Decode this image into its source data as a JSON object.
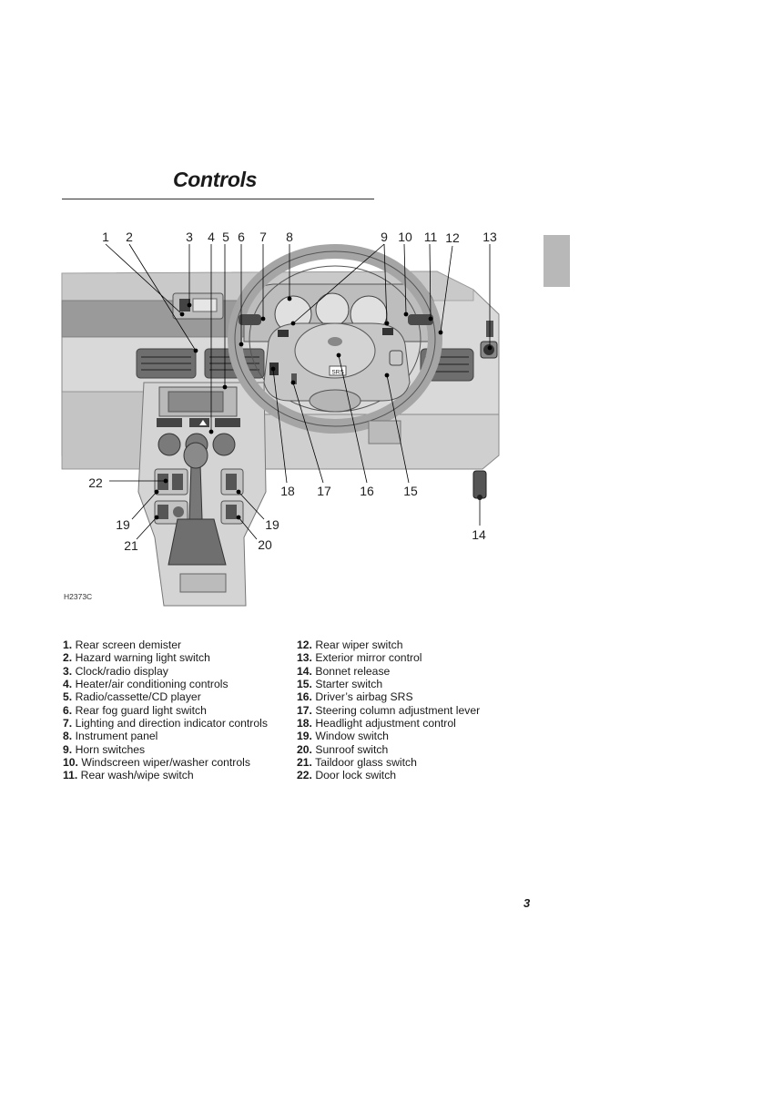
{
  "page": {
    "title": "Controls",
    "figure_code": "H2373C",
    "page_number": "3"
  },
  "callouts": [
    "1",
    "2",
    "3",
    "4",
    "5",
    "6",
    "7",
    "8",
    "9",
    "10",
    "11",
    "12",
    "13",
    "14",
    "15",
    "16",
    "17",
    "18",
    "19",
    "19",
    "20",
    "21",
    "22"
  ],
  "airbag_badge": "SRS",
  "legend": {
    "left": [
      {
        "num": "1.",
        "text": "Rear screen demister"
      },
      {
        "num": "2.",
        "text": "Hazard warning light switch"
      },
      {
        "num": "3.",
        "text": "Clock/radio display"
      },
      {
        "num": "4.",
        "text": "Heater/air conditioning controls"
      },
      {
        "num": "5.",
        "text": "Radio/cassette/CD player"
      },
      {
        "num": "6.",
        "text": "Rear fog guard light switch"
      },
      {
        "num": "7.",
        "text": "Lighting and direction indicator controls"
      },
      {
        "num": "8.",
        "text": "Instrument panel"
      },
      {
        "num": "9.",
        "text": "Horn switches"
      },
      {
        "num": "10.",
        "text": "Windscreen wiper/washer controls"
      },
      {
        "num": "11.",
        "text": "Rear wash/wipe switch"
      }
    ],
    "right": [
      {
        "num": "12.",
        "text": "Rear wiper switch"
      },
      {
        "num": "13.",
        "text": "Exterior mirror control"
      },
      {
        "num": "14.",
        "text": "Bonnet release"
      },
      {
        "num": "15.",
        "text": "Starter switch"
      },
      {
        "num": "16.",
        "text": "Driver’s airbag SRS"
      },
      {
        "num": "17.",
        "text": "Steering column adjustment lever"
      },
      {
        "num": "18.",
        "text": "Headlight adjustment control"
      },
      {
        "num": "19.",
        "text": "Window switch"
      },
      {
        "num": "20.",
        "text": "Sunroof switch"
      },
      {
        "num": "21.",
        "text": "Taildoor glass switch"
      },
      {
        "num": "22.",
        "text": "Door lock switch"
      }
    ]
  }
}
